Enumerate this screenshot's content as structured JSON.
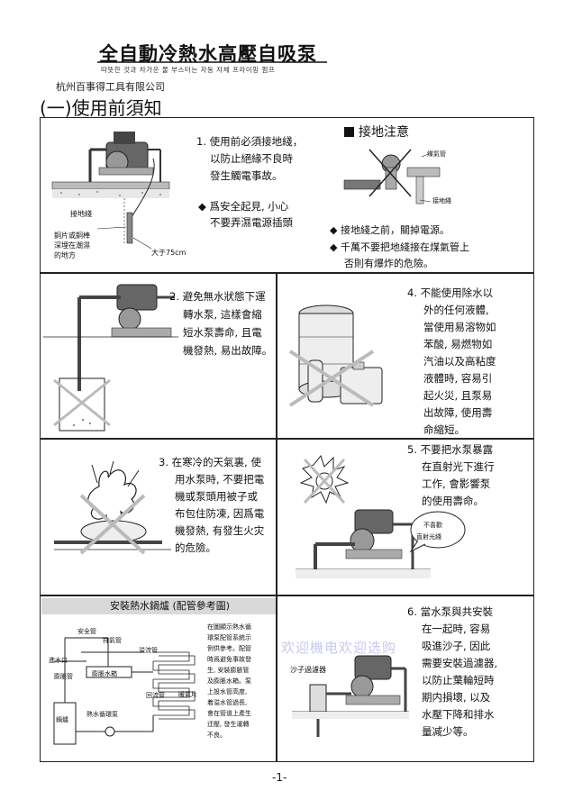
{
  "header": {
    "title": "全自動冷熱水高壓自吸泵",
    "subtitle": "따뜻한 것과 차가운 물 부스터는 자동 자체 프라이밍 펌프",
    "company": "杭州百事得工具有限公司",
    "section": "(一)使用前須知"
  },
  "panel1": {
    "lines": [
      "1. 使用前必須接地綫，",
      "以防止絕緣不良時",
      "發生觸電事故。"
    ],
    "bullet_lines": [
      "◆ 爲安全起見, 小心",
      "不要弄濕電源插頭"
    ],
    "labels": {
      "ground_wire": "接地綫",
      "rod": [
        "銅片或銅棒",
        "深埋在潮濕",
        "的地方"
      ],
      "depth": "大于75cm"
    }
  },
  "grounding_note": {
    "title": "接地注意",
    "labels": {
      "gas_pipe": "煤氣管",
      "ground_wire": "接地綫"
    },
    "bullets": [
      "◆ 接地綫之前，關掉電源。",
      "◆ 千萬不要把地綫接在煤氣管上",
      "否則有爆炸的危險。"
    ]
  },
  "panel2": {
    "lines": [
      "2. 避免無水狀態下運",
      "轉水泵, 這樣會縮",
      "短水泵壽命, 且電",
      "機發熱, 易出故障。"
    ]
  },
  "panel4": {
    "lines": [
      "4. 不能使用除水以",
      "外的任何液體,",
      "當使用易溶物如",
      "苯酸, 易燃物如",
      "汽油以及高粘度",
      "液體時, 容易引",
      "起火災, 且泵易",
      "出故障, 使用壽",
      "命縮短。"
    ]
  },
  "panel3": {
    "lines": [
      "3. 在寒冷的天氣裏, 使",
      "用水泵時, 不要把電",
      "機或泵頭用被子或",
      "布包住防凍, 因爲電",
      "機發熱, 有發生火灾",
      "的危險。"
    ]
  },
  "panel5": {
    "lines": [
      "5. 不要把水泵暴露",
      "在直射光下進行",
      "工作, 會影響泵",
      "的使用壽命。"
    ],
    "bubble": [
      "不喜歡",
      "直射光綫"
    ]
  },
  "panel7": {
    "title": "安裝熱水鍋爐 (配管參考圖)",
    "labels": {
      "safety_pipe": "安全管",
      "exhaust_pipe": "排氣管",
      "overflow_pipe": "溢流管",
      "inlet": "進水口",
      "expansion_pipe": "膨脹管",
      "expansion_tank": "膨脹水箱",
      "return_pipe": "回流管",
      "radiator": "暖氣片",
      "boiler": "鍋爐",
      "circ_pump": "熱水循環泵"
    },
    "desc": [
      "在圖顯示熱水循",
      "環泵配管系統示",
      "例供參考。配管",
      "時爲避免事故發",
      "生, 安裝膨脹管",
      "及膨脹水箱。泵",
      "上設水管高度,",
      "着溢水管過長,",
      "會在管道上產生",
      "迂壓, 發生運轉",
      "不良。"
    ]
  },
  "watermark": "欢迎機电欢迎选购",
  "panel6": {
    "lines": [
      "6. 當水泵與共安裝",
      "在一起時, 容易",
      "吸進沙子, 因此",
      "需要安裝過濾器,",
      "以防止葉輪短時",
      "期内損壞, 以及",
      "水壓下降和排水",
      "量减少等。"
    ],
    "filter_label": "沙子過濾器"
  },
  "page_number": "-1-"
}
